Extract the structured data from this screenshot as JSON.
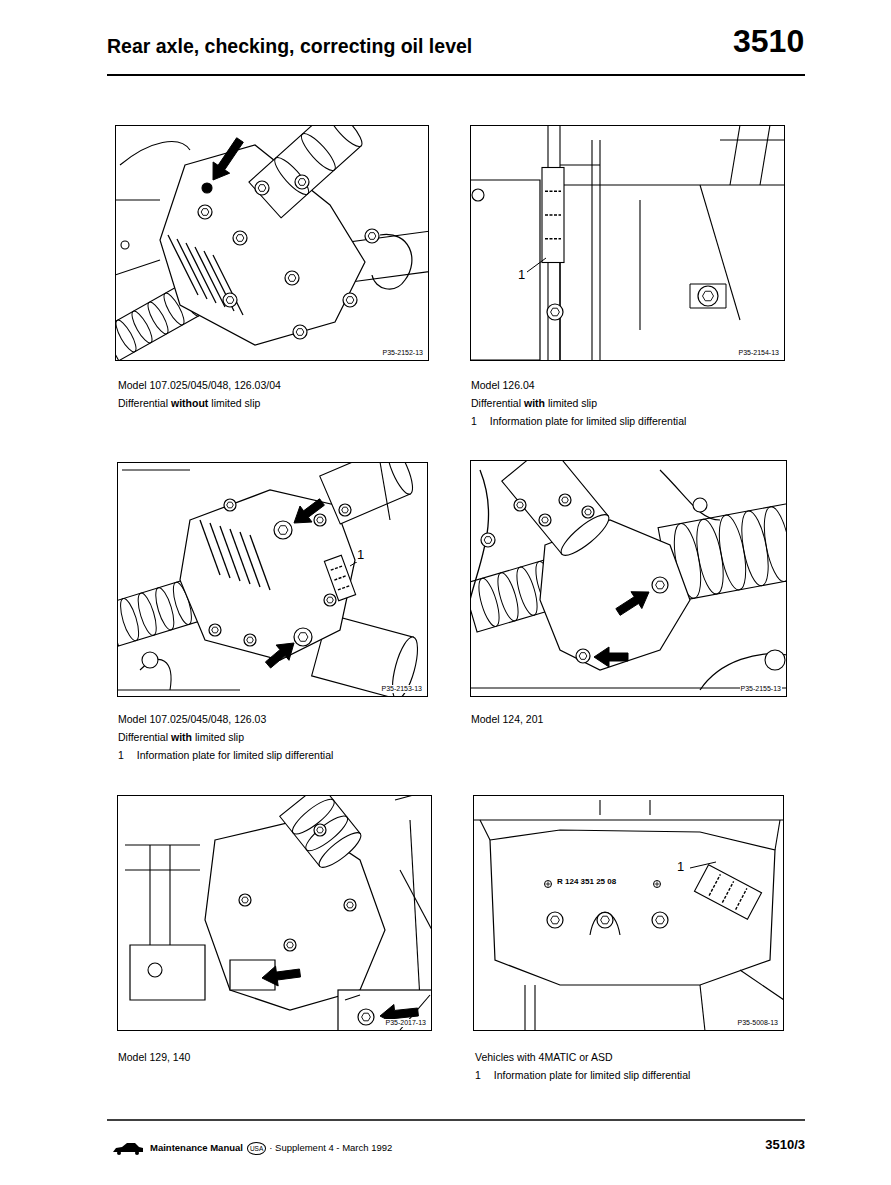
{
  "diagram": {
    "title": "Rear axle, checking, correcting oil level",
    "nodes": [
      {
        "text": [
          "P35-2152-13"
        ]
      },
      {
        "text": [
          "P35-2154-13"
        ]
      },
      {
        "text": [
          "P35-2153-13"
        ]
      },
      {
        "text": [
          "P35-2155-13"
        ]
      },
      {
        "text": [
          "P35-2017-13"
        ]
      },
      {
        "text": [
          "P35-5008-13"
        ]
      }
    ],
    "labels": [
      "3510",
      "Model 107.025/045/048, 126.03/04",
      "Differential",
      "without",
      "limited slip",
      "Model 126.04",
      "Differential",
      "with",
      "limited slip",
      "1",
      "Information plate for limited slip differential",
      "Model 107.025/045/048, 126.03",
      "Differential",
      "with",
      "limited slip",
      "1",
      "Information plate for limited slip differential",
      "Model 124, 201",
      "Model 129, 140",
      "Vehicles with 4MATIC or ASD",
      "1",
      "Information plate for limited slip differential",
      "1",
      "1",
      "1",
      "R 124 351 25 08",
      "Maintenance Manual",
      "USA",
      "· Supplement 4 - March 1992",
      "3510/3"
    ]
  }
}
